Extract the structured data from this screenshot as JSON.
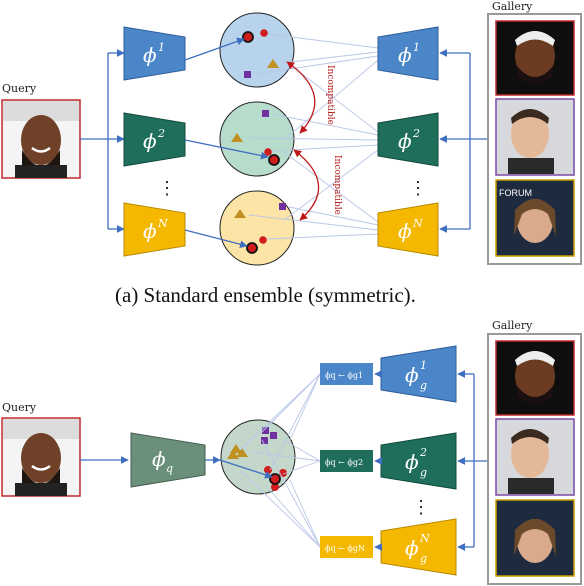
{
  "top": {
    "query_label": "Query",
    "gallery_label": "Gallery",
    "caption": "(a) Standard ensemble (symmetric).",
    "phi_symbol": "ϕ",
    "superscripts": [
      "1",
      "2",
      "N"
    ],
    "dots": "⋮",
    "incompatible_label": "Incompatible"
  },
  "bottom": {
    "query_label": "Query",
    "gallery_label": "Gallery",
    "query_model": "ϕ",
    "query_sub": "q",
    "gallery_symbol": "ϕ",
    "gallery_sub": "g",
    "superscripts": [
      "1",
      "2",
      "N"
    ],
    "small_labels": [
      "ϕq ← ϕg1",
      "ϕq ← ϕg2",
      "ϕq ← ϕgN"
    ],
    "dots": "⋮"
  },
  "colors": {
    "blue": "#4a86c8",
    "teal": "#1f6e5c",
    "yellow": "#f5b800",
    "gray_green": "#6a8f7a",
    "arrow": "#3f6fc0",
    "incompatible": "#c01818"
  }
}
